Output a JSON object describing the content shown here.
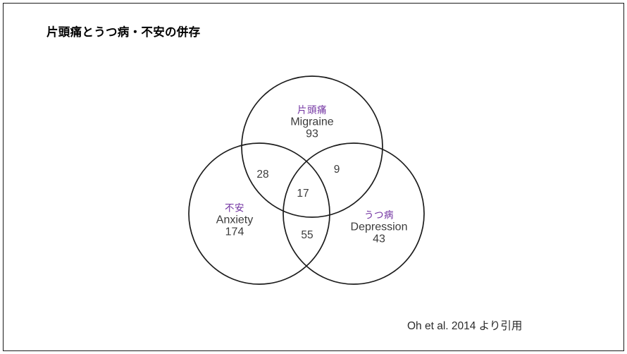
{
  "slide": {
    "title": "片頭痛とうつ病・不安の併存",
    "citation": "Oh et al. 2014 より引用",
    "border_color": "#1a1a1a",
    "background": "#ffffff",
    "accent_color": "#7030a0",
    "text_color": "#3b3b3b"
  },
  "venn": {
    "circles": [
      {
        "key": "migraine",
        "jp": "片頭痛",
        "en": "Migraine",
        "value": "93"
      },
      {
        "key": "anxiety",
        "jp": "不安",
        "en": "Anxiety",
        "value": "174"
      },
      {
        "key": "depression",
        "jp": "うつ病",
        "en": "Depression",
        "value": "43"
      }
    ],
    "intersections": [
      {
        "key": "migraine-anxiety",
        "value": "28"
      },
      {
        "key": "migraine-depression",
        "value": "9"
      },
      {
        "key": "all-three",
        "value": "17"
      },
      {
        "key": "anxiety-depression",
        "value": "55"
      }
    ]
  },
  "chart_data": {
    "type": "venn",
    "title": "片頭痛とうつ病・不安の併存",
    "sets": [
      "Migraine",
      "Anxiety",
      "Depression"
    ],
    "set_labels_jp": [
      "片頭痛",
      "不安",
      "うつ病"
    ],
    "regions": [
      {
        "sets": [
          "Migraine"
        ],
        "value": 93
      },
      {
        "sets": [
          "Anxiety"
        ],
        "value": 174
      },
      {
        "sets": [
          "Depression"
        ],
        "value": 43
      },
      {
        "sets": [
          "Migraine",
          "Anxiety"
        ],
        "value": 28
      },
      {
        "sets": [
          "Migraine",
          "Depression"
        ],
        "value": 9
      },
      {
        "sets": [
          "Anxiety",
          "Depression"
        ],
        "value": 55
      },
      {
        "sets": [
          "Migraine",
          "Anxiety",
          "Depression"
        ],
        "value": 17
      }
    ],
    "annotation": "Oh et al. 2014 より引用",
    "legend": "none",
    "grid": false
  }
}
